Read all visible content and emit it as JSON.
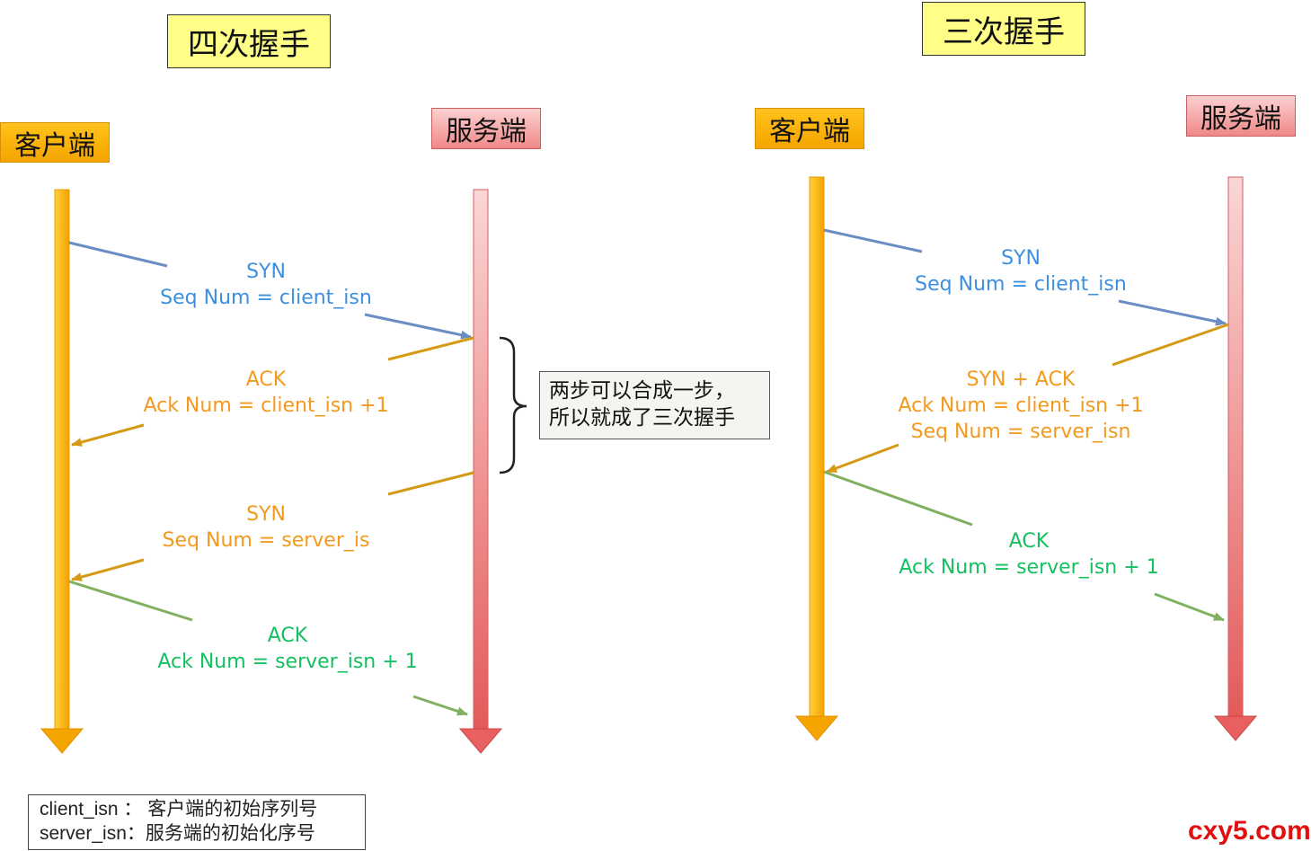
{
  "colors": {
    "client_lifeline": "#f5a500",
    "server_lifeline": "#e86060",
    "syn_client": "#6a8ec4",
    "server_reply": "#d49a14",
    "ack_client": "#80b060"
  },
  "left": {
    "title": "四次握手",
    "client_label": "客户端",
    "server_label": "服务端",
    "msg1": {
      "line1": "SYN",
      "line2": "Seq Num = client_isn"
    },
    "msg2": {
      "line1": "ACK",
      "line2": "Ack Num =  client_isn +1"
    },
    "msg3": {
      "line1": "SYN",
      "line2": "Seq Num = server_is"
    },
    "msg4": {
      "line1": "ACK",
      "line2": "Ack Num = server_isn + 1"
    },
    "note": {
      "line1": "两步可以合成一步，",
      "line2": "所以就成了三次握手"
    }
  },
  "right": {
    "title": "三次握手",
    "client_label": "客户端",
    "server_label": "服务端",
    "msg1": {
      "line1": "SYN",
      "line2": "Seq Num = client_isn"
    },
    "msg2": {
      "line1": "SYN + ACK",
      "line2": "Ack Num =  client_isn +1",
      "line3": "Seq Num = server_isn"
    },
    "msg3": {
      "line1": "ACK",
      "line2": "Ack Num = server_isn + 1"
    }
  },
  "legend": {
    "line1": "client_isn ： 客户端的初始序列号",
    "line2": "server_isn：服务端的初始化序号"
  },
  "watermark": "cxy5.com"
}
